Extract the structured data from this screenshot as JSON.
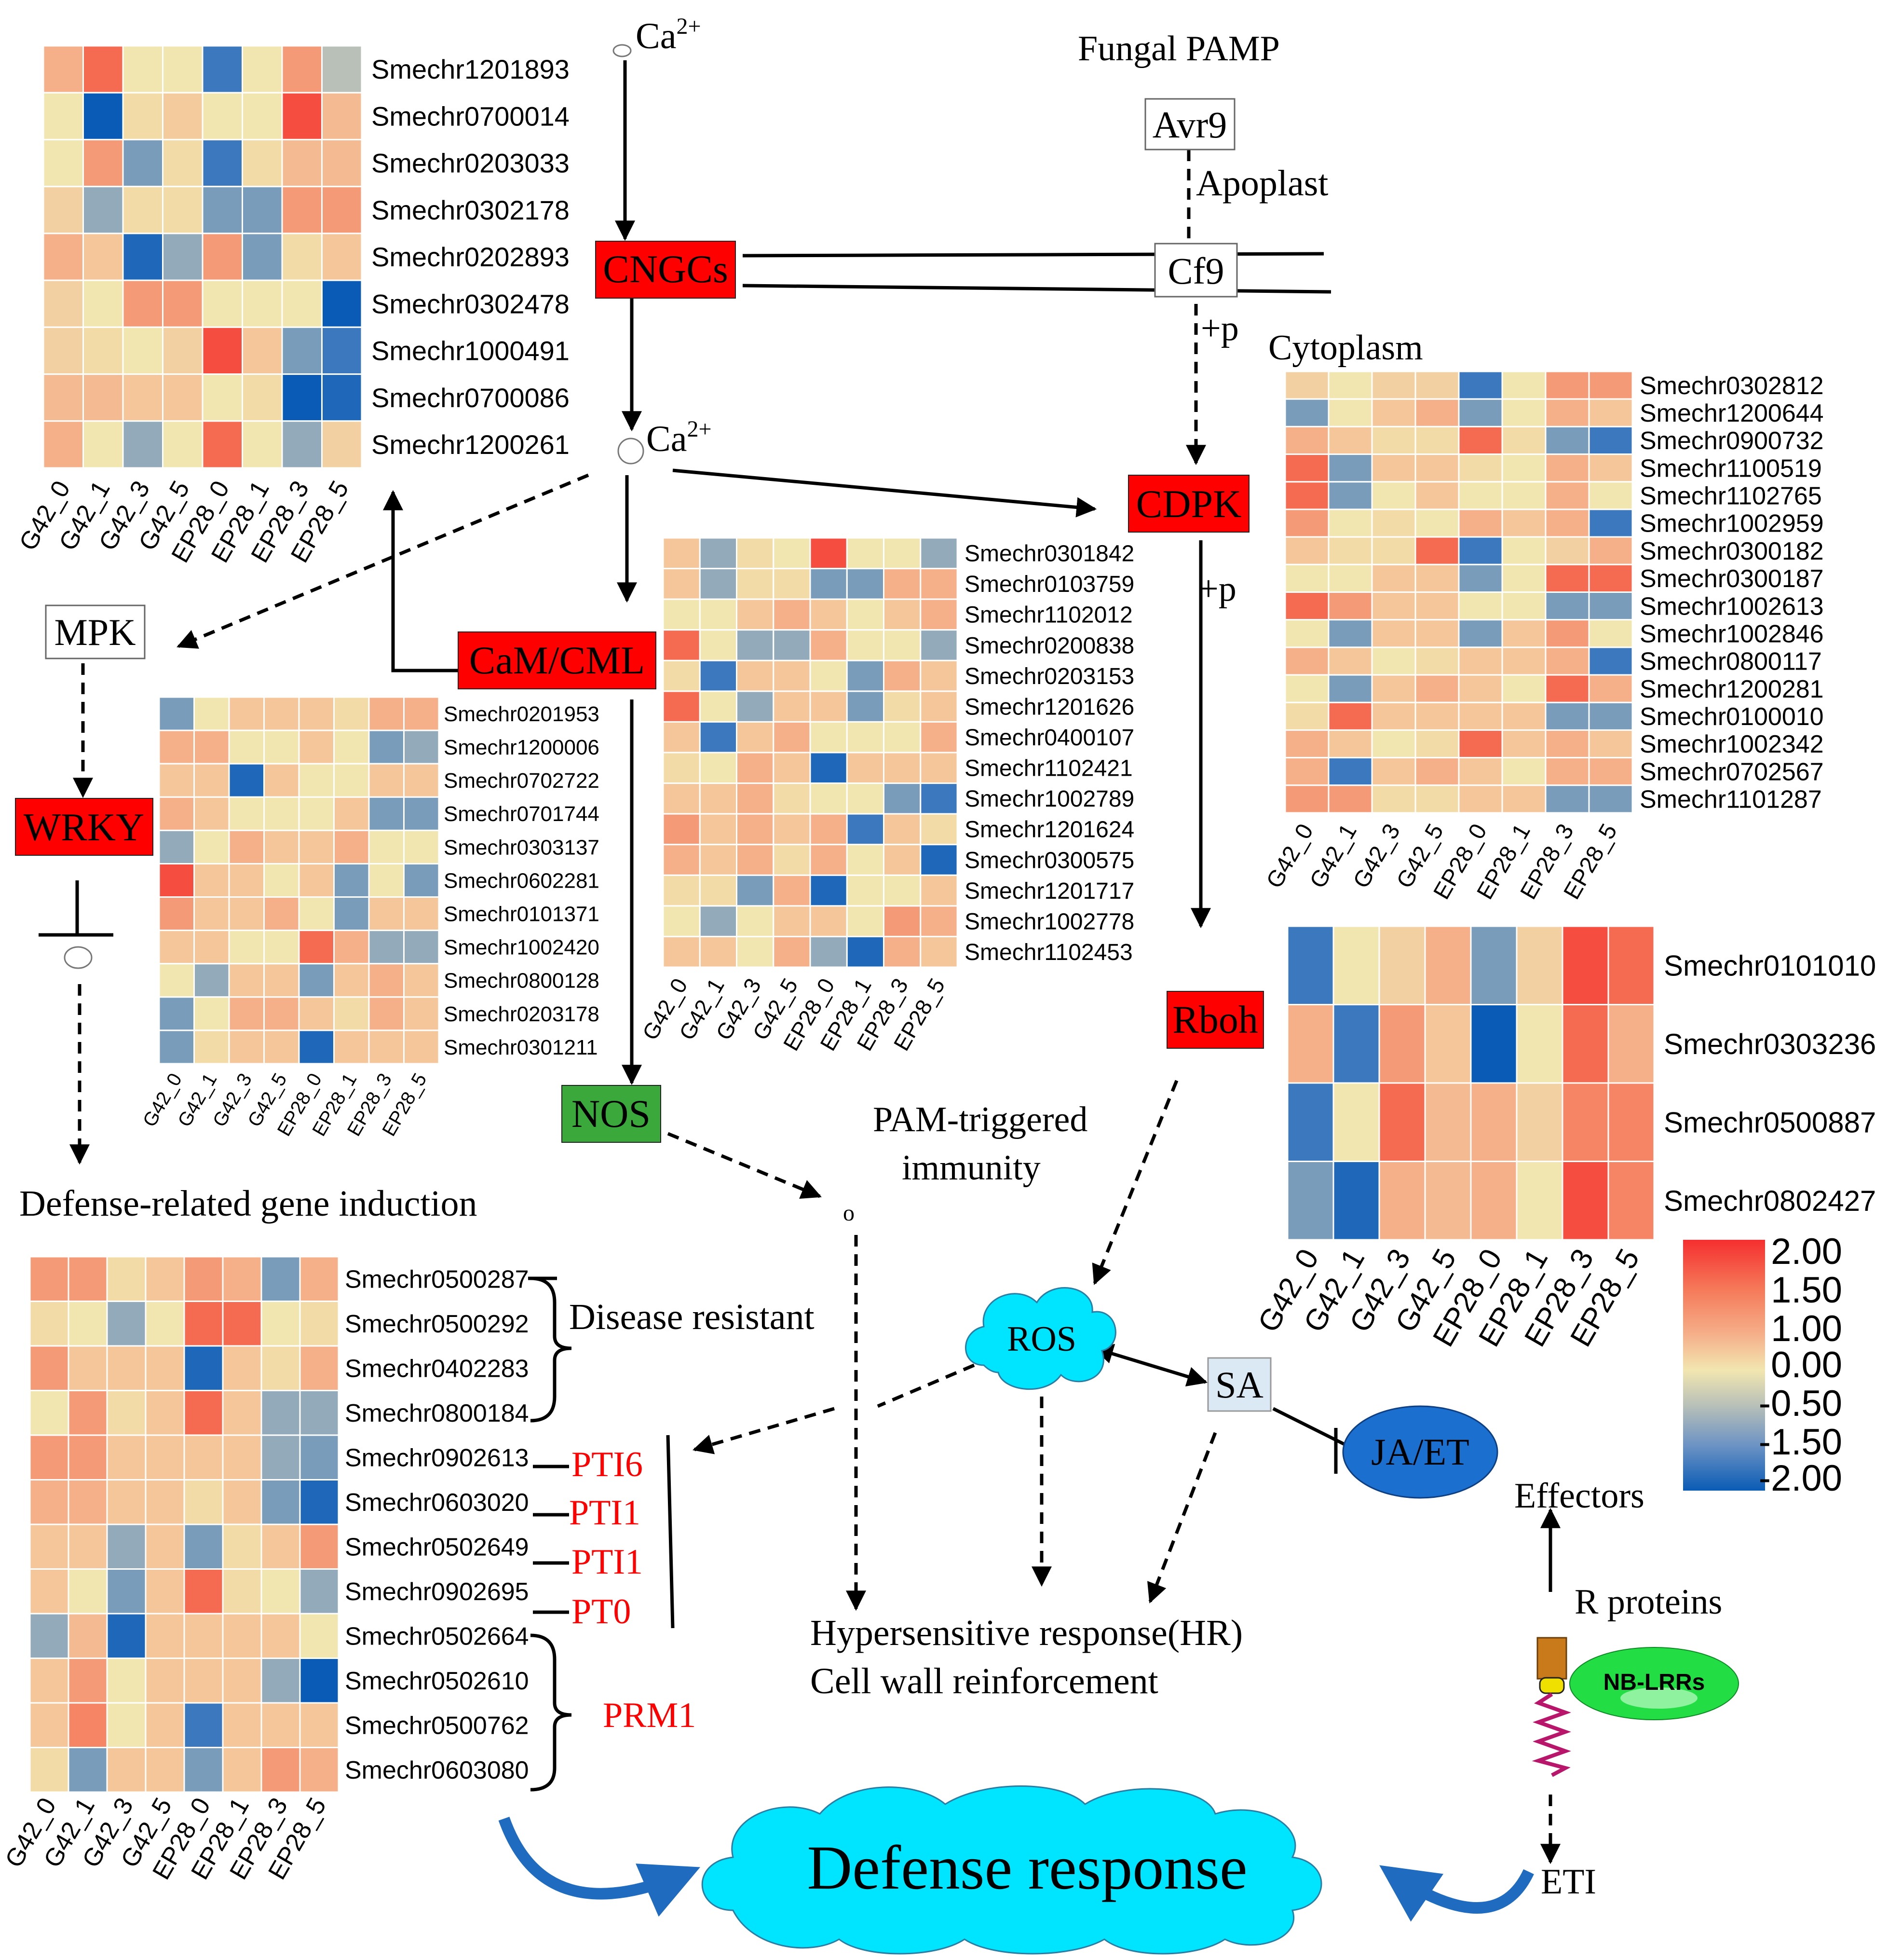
{
  "conditions": [
    "G42_0",
    "G42_1",
    "G42_3",
    "G42_5",
    "EP28_0",
    "EP28_1",
    "EP28_3",
    "EP28_5"
  ],
  "labels": {
    "ca_top": "Ca",
    "ca_mid": "Ca",
    "ca_sup": "2+",
    "fungal_pamp": "Fungal PAMP",
    "apoplast": "Apoplast",
    "cytoplasm": "Cytoplasm",
    "plus_p_1": "+p",
    "plus_p_2": "+p",
    "pam_triggered": "PAM-triggered",
    "immunity": "immunity",
    "defense_gene_induction": "Defense-related gene induction",
    "disease_resistant": "Disease resistant",
    "hr_line1": "Hypersensitive response(HR)",
    "hr_line2": "Cell wall reinforcement",
    "effectors": "Effectors",
    "r_proteins": "R proteins",
    "eti": "ETI",
    "defense_response": "Defense response",
    "o_node": "o",
    "pti6": "PTI6",
    "pti1_a": "PTI1",
    "pti1_b": "PTI1",
    "pt0": "PT0",
    "prm1": "PRM1"
  },
  "nodes": {
    "cngcs": "CNGCs",
    "cdpk": "CDPK",
    "cam_cml": "CaM/CML",
    "mpk": "MPK",
    "wrky": "WRKY",
    "nos": "NOS",
    "rboh": "Rboh",
    "ros": "ROS",
    "sa": "SA",
    "ja_et": "JA/ET",
    "avr9": "Avr9",
    "cf9": "Cf9",
    "nb_lrrs": "NB-LRRs"
  },
  "colors": {
    "node_red": "#ff0000",
    "node_green": "#3aa83a",
    "cloud": "#00e5ff",
    "ja_et": "#1b6fcf",
    "sa_box": "#dbe9f5",
    "nb_lrr": "#22dd44",
    "arrow_blue": "#1f6bbf"
  },
  "color_scale": {
    "ticks": [
      "2.00",
      "1.50",
      "1.00",
      "0.00",
      "-0.50",
      "-1.50",
      "-2.00"
    ],
    "colors": [
      "#f52f2f",
      "#f57a5a",
      "#f5b08a",
      "#f2e6b0",
      "#b8c0b8",
      "#6c93c4",
      "#0a5bb5"
    ]
  },
  "heatmaps": {
    "cngc": {
      "genes": [
        "Smechr1201893",
        "Smechr0700014",
        "Smechr0203033",
        "Smechr0302178",
        "Smechr0202893",
        "Smechr0302478",
        "Smechr1000491",
        "Smechr0700086",
        "Smechr1200261"
      ],
      "values": [
        [
          1.0,
          1.6,
          0.0,
          0.0,
          -1.5,
          0.0,
          1.2,
          -0.5
        ],
        [
          0.0,
          -2.0,
          0.2,
          0.5,
          0.0,
          0.0,
          1.8,
          0.8
        ],
        [
          0.0,
          1.2,
          -1.0,
          0.2,
          -1.5,
          0.2,
          0.8,
          0.8
        ],
        [
          0.4,
          -0.8,
          0.2,
          0.2,
          -1.0,
          -1.0,
          1.2,
          1.2
        ],
        [
          1.0,
          0.6,
          -1.8,
          -0.8,
          1.2,
          -1.0,
          0.2,
          0.6
        ],
        [
          0.4,
          0.0,
          1.2,
          1.2,
          0.0,
          0.0,
          0.0,
          -2.0
        ],
        [
          0.4,
          0.2,
          0.0,
          0.4,
          1.8,
          0.6,
          -1.0,
          -1.5
        ],
        [
          0.8,
          0.8,
          0.6,
          0.6,
          0.0,
          0.2,
          -2.0,
          -1.8
        ],
        [
          1.0,
          0.0,
          -0.8,
          0.0,
          1.6,
          0.0,
          -0.8,
          0.4
        ]
      ]
    },
    "wrky": {
      "genes": [
        "Smechr0201953",
        "Smechr1200006",
        "Smechr0702722",
        "Smechr0701744",
        "Smechr0303137",
        "Smechr0602281",
        "Smechr0101371",
        "Smechr1002420",
        "Smechr0800128",
        "Smechr0203178",
        "Smechr0301211"
      ],
      "values": [
        [
          -1.0,
          0.0,
          0.6,
          0.6,
          0.6,
          0.2,
          1.0,
          1.0
        ],
        [
          1.0,
          1.0,
          0.0,
          0.0,
          0.6,
          0.0,
          -1.0,
          -0.8
        ],
        [
          0.6,
          0.6,
          -1.8,
          0.6,
          0.0,
          0.0,
          0.6,
          0.6
        ],
        [
          1.0,
          0.6,
          0.0,
          0.0,
          0.0,
          0.6,
          -1.0,
          -1.0
        ],
        [
          -0.8,
          0.0,
          1.0,
          0.6,
          0.6,
          1.0,
          0.0,
          0.0
        ],
        [
          1.8,
          0.6,
          0.6,
          0.0,
          0.6,
          -1.0,
          0.0,
          -1.0
        ],
        [
          1.2,
          0.6,
          0.6,
          1.0,
          0.0,
          -1.0,
          0.6,
          0.6
        ],
        [
          0.6,
          0.6,
          0.0,
          0.0,
          1.6,
          1.0,
          -0.8,
          -0.8
        ],
        [
          0.0,
          -0.8,
          0.6,
          0.6,
          -1.0,
          0.6,
          1.0,
          0.6
        ],
        [
          -1.0,
          0.0,
          1.0,
          1.0,
          0.6,
          0.2,
          1.0,
          0.6
        ],
        [
          -1.0,
          0.2,
          0.6,
          0.6,
          -1.8,
          0.6,
          0.6,
          0.6
        ]
      ]
    },
    "cam": {
      "genes": [
        "Smechr0301842",
        "Smechr0103759",
        "Smechr1102012",
        "Smechr0200838",
        "Smechr0203153",
        "Smechr1201626",
        "Smechr0400107",
        "Smechr1102421",
        "Smechr1002789",
        "Smechr1201624",
        "Smechr0300575",
        "Smechr1201717",
        "Smechr1002778",
        "Smechr1102453"
      ],
      "values": [
        [
          0.6,
          -0.8,
          0.2,
          0.0,
          1.8,
          0.0,
          0.0,
          -0.8
        ],
        [
          0.6,
          -0.8,
          0.2,
          0.2,
          -1.0,
          -1.0,
          1.0,
          1.0
        ],
        [
          0.0,
          0.0,
          0.6,
          1.0,
          0.6,
          0.0,
          0.6,
          1.0
        ],
        [
          1.6,
          0.0,
          -0.8,
          -0.8,
          1.0,
          0.0,
          0.0,
          -0.8
        ],
        [
          0.2,
          -1.5,
          0.6,
          0.6,
          0.0,
          -1.0,
          1.0,
          0.6
        ],
        [
          1.6,
          0.0,
          -0.8,
          0.6,
          0.6,
          -1.0,
          0.2,
          0.6
        ],
        [
          0.6,
          -1.5,
          0.6,
          1.0,
          0.0,
          0.0,
          0.0,
          1.0
        ],
        [
          0.2,
          0.0,
          1.0,
          0.6,
          -1.8,
          0.6,
          0.6,
          0.6
        ],
        [
          0.6,
          0.6,
          1.0,
          0.2,
          0.0,
          0.0,
          -1.0,
          -1.5
        ],
        [
          1.2,
          0.6,
          1.0,
          0.6,
          1.0,
          -1.5,
          0.6,
          0.2
        ],
        [
          1.0,
          0.6,
          1.0,
          0.2,
          1.0,
          0.0,
          0.6,
          -1.8
        ],
        [
          0.2,
          0.2,
          -1.0,
          1.0,
          -1.8,
          0.0,
          0.0,
          0.6
        ],
        [
          0.0,
          -0.8,
          0.0,
          0.6,
          0.6,
          0.0,
          1.2,
          1.0
        ],
        [
          0.6,
          0.6,
          0.0,
          1.0,
          -0.8,
          -1.8,
          1.0,
          0.6
        ]
      ]
    },
    "cdpk": {
      "genes": [
        "Smechr0302812",
        "Smechr1200644",
        "Smechr0900732",
        "Smechr1100519",
        "Smechr1102765",
        "Smechr1002959",
        "Smechr0300182",
        "Smechr0300187",
        "Smechr1002613",
        "Smechr1002846",
        "Smechr0800117",
        "Smechr1200281",
        "Smechr0100010",
        "Smechr1002342",
        "Smechr0702567",
        "Smechr1101287"
      ],
      "values": [
        [
          0.4,
          0.0,
          0.4,
          0.4,
          -1.5,
          0.0,
          1.2,
          1.2
        ],
        [
          -1.0,
          0.0,
          0.6,
          1.0,
          -1.0,
          0.0,
          1.0,
          0.6
        ],
        [
          1.0,
          0.6,
          0.2,
          0.2,
          1.6,
          0.2,
          -1.0,
          -1.5
        ],
        [
          1.6,
          -1.0,
          0.6,
          0.6,
          0.2,
          0.0,
          1.0,
          0.6
        ],
        [
          1.6,
          -1.0,
          0.0,
          0.6,
          0.0,
          0.0,
          1.0,
          0.0
        ],
        [
          1.2,
          0.0,
          0.2,
          0.0,
          1.0,
          0.6,
          1.0,
          -1.5
        ],
        [
          0.6,
          0.2,
          0.2,
          1.6,
          -1.5,
          0.0,
          0.4,
          1.0
        ],
        [
          0.0,
          0.0,
          0.6,
          0.6,
          -1.0,
          0.0,
          1.6,
          1.6
        ],
        [
          1.6,
          1.2,
          0.6,
          0.6,
          0.0,
          0.0,
          -1.0,
          -1.0
        ],
        [
          0.0,
          -1.0,
          0.6,
          0.6,
          -1.0,
          0.6,
          1.2,
          0.0
        ],
        [
          1.0,
          0.6,
          0.0,
          0.2,
          0.6,
          0.6,
          1.0,
          -1.5
        ],
        [
          0.0,
          -1.0,
          0.6,
          1.0,
          0.6,
          0.0,
          1.6,
          1.0
        ],
        [
          0.2,
          1.6,
          0.6,
          0.6,
          0.6,
          0.6,
          -1.0,
          -1.0
        ],
        [
          1.0,
          0.6,
          0.0,
          0.2,
          1.6,
          0.6,
          1.0,
          0.6
        ],
        [
          1.0,
          -1.5,
          0.6,
          1.0,
          0.6,
          0.0,
          1.0,
          1.0
        ],
        [
          1.2,
          1.2,
          0.2,
          0.2,
          0.6,
          0.6,
          -1.0,
          -1.0
        ]
      ]
    },
    "rboh": {
      "genes": [
        "Smechr0101010",
        "Smechr0303236",
        "Smechr0500887",
        "Smechr0802427"
      ],
      "values": [
        [
          -1.5,
          0.0,
          0.4,
          1.0,
          -1.0,
          0.4,
          1.8,
          1.6
        ],
        [
          1.0,
          -1.5,
          1.2,
          0.6,
          -2.0,
          0.0,
          1.6,
          1.0
        ],
        [
          -1.5,
          0.0,
          1.6,
          0.8,
          1.0,
          0.4,
          1.4,
          1.4
        ],
        [
          -1.0,
          -1.8,
          1.0,
          0.8,
          1.0,
          0.0,
          1.8,
          1.4
        ]
      ]
    },
    "defense": {
      "genes": [
        "Smechr0500287",
        "Smechr0500292",
        "Smechr0402283",
        "Smechr0800184",
        "Smechr0902613",
        "Smechr0603020",
        "Smechr0502649",
        "Smechr0902695",
        "Smechr0502664",
        "Smechr0502610",
        "Smechr0500762",
        "Smechr0603080"
      ],
      "values": [
        [
          1.2,
          1.2,
          0.2,
          0.6,
          1.2,
          1.0,
          -1.0,
          1.0
        ],
        [
          0.2,
          0.0,
          -0.8,
          0.0,
          1.6,
          1.6,
          0.0,
          0.2
        ],
        [
          1.2,
          0.6,
          0.6,
          0.6,
          -1.8,
          0.6,
          0.2,
          1.0
        ],
        [
          0.0,
          1.2,
          0.2,
          0.6,
          1.6,
          0.6,
          -0.8,
          -0.8
        ],
        [
          1.2,
          1.2,
          0.6,
          0.6,
          0.6,
          0.6,
          -0.8,
          -1.0
        ],
        [
          1.0,
          1.0,
          0.6,
          0.6,
          0.2,
          0.6,
          -1.0,
          -1.8
        ],
        [
          0.6,
          0.6,
          -0.8,
          0.6,
          -1.0,
          0.2,
          0.6,
          1.2
        ],
        [
          0.6,
          0.0,
          -1.0,
          0.6,
          1.6,
          0.2,
          0.0,
          -0.8
        ],
        [
          -0.8,
          0.8,
          -1.8,
          0.6,
          0.6,
          0.6,
          0.6,
          0.0
        ],
        [
          0.6,
          1.2,
          0.0,
          0.6,
          0.6,
          0.6,
          -0.8,
          -2.0
        ],
        [
          0.6,
          1.4,
          0.0,
          0.6,
          -1.5,
          0.6,
          0.6,
          0.6
        ],
        [
          0.2,
          -1.0,
          0.6,
          0.6,
          -1.0,
          0.6,
          1.2,
          1.0
        ]
      ]
    }
  }
}
